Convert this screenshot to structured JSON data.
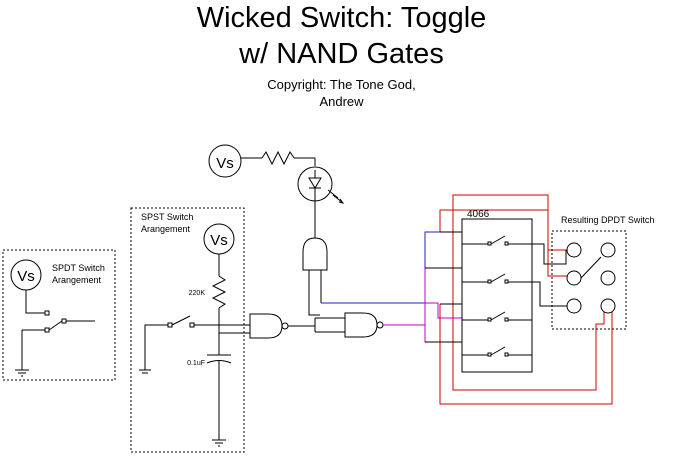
{
  "title_line1": "Wicked Switch: Toggle",
  "title_line2": "w/ NAND Gates",
  "copyright_line1": "Copyright: The Tone God,",
  "copyright_line2": "Andrew",
  "labels": {
    "vs": "Vs",
    "spdt_box_line1": "SPDT Switch",
    "spdt_box_line2": "Arangement",
    "spst_box_line1": "SPST Switch",
    "spst_box_line2": "Arangement",
    "resistor_value": "220K",
    "capacitor_value": "0.1uF",
    "chip": "4066",
    "result": "Resulting DPDT Switch"
  },
  "colors": {
    "wire": "#000000",
    "red_wire": "#d00000",
    "blue_wire": "#2020c0",
    "magenta_wire": "#c000c0",
    "box_border": "#000000"
  }
}
